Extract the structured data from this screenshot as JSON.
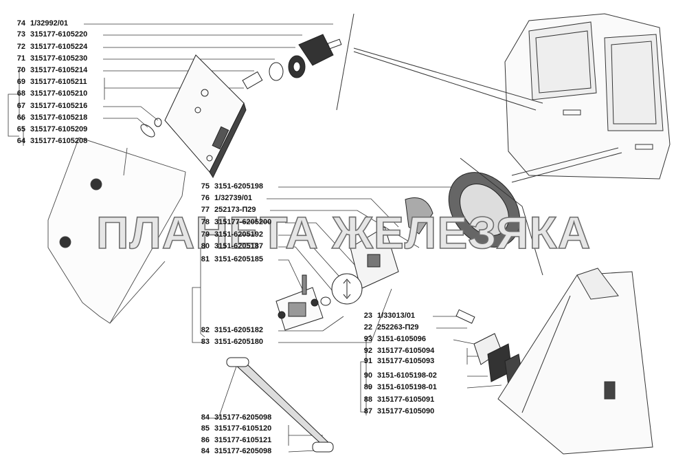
{
  "watermark": "ПЛАНЕТА ЖЕЛЕЗЯКА",
  "groups": {
    "top_left": [
      {
        "num": "74",
        "code": "1/32992/01"
      },
      {
        "num": "73",
        "code": "315177-6105220"
      },
      {
        "num": "72",
        "code": "315177-6105224"
      },
      {
        "num": "71",
        "code": "315177-6105230"
      },
      {
        "num": "70",
        "code": "315177-6105214"
      },
      {
        "num": "69",
        "code": "315177-6105211"
      },
      {
        "num": "68",
        "code": "315177-6105210"
      },
      {
        "num": "67",
        "code": "315177-6105216"
      },
      {
        "num": "66",
        "code": "315177-6105218"
      },
      {
        "num": "65",
        "code": "315177-6105209"
      },
      {
        "num": "64",
        "code": "315177-6105208"
      }
    ],
    "center": [
      {
        "num": "75",
        "code": "3151-6205198"
      },
      {
        "num": "76",
        "code": "1/32739/01"
      },
      {
        "num": "77",
        "code": "252173-П29"
      },
      {
        "num": "78",
        "code": "315177-6205200"
      },
      {
        "num": "79",
        "code": "3151-6205192"
      },
      {
        "num": "80",
        "code": "3151-6205187"
      },
      {
        "num": "81",
        "code": "3151-6205185"
      },
      {
        "num": "82",
        "code": "3151-6205182"
      },
      {
        "num": "83",
        "code": "3151-6205180"
      }
    ],
    "right": [
      {
        "num": "23",
        "code": "1/33013/01"
      },
      {
        "num": "22",
        "code": "252263-П29"
      },
      {
        "num": "93",
        "code": "3151-6105096"
      },
      {
        "num": "92",
        "code": "315177-6105094"
      },
      {
        "num": "91",
        "code": "315177-6105093"
      },
      {
        "num": "90",
        "code": "3151-6105198-02"
      },
      {
        "num": "89",
        "code": "3151-6105198-01"
      },
      {
        "num": "88",
        "code": "315177-6105091"
      },
      {
        "num": "87",
        "code": "315177-6105090"
      }
    ],
    "bottom": [
      {
        "num": "84",
        "code": "315177-6205098"
      },
      {
        "num": "85",
        "code": "315177-6105120"
      },
      {
        "num": "86",
        "code": "315177-6105121"
      },
      {
        "num": "84",
        "code": "315177-6205098"
      }
    ]
  }
}
